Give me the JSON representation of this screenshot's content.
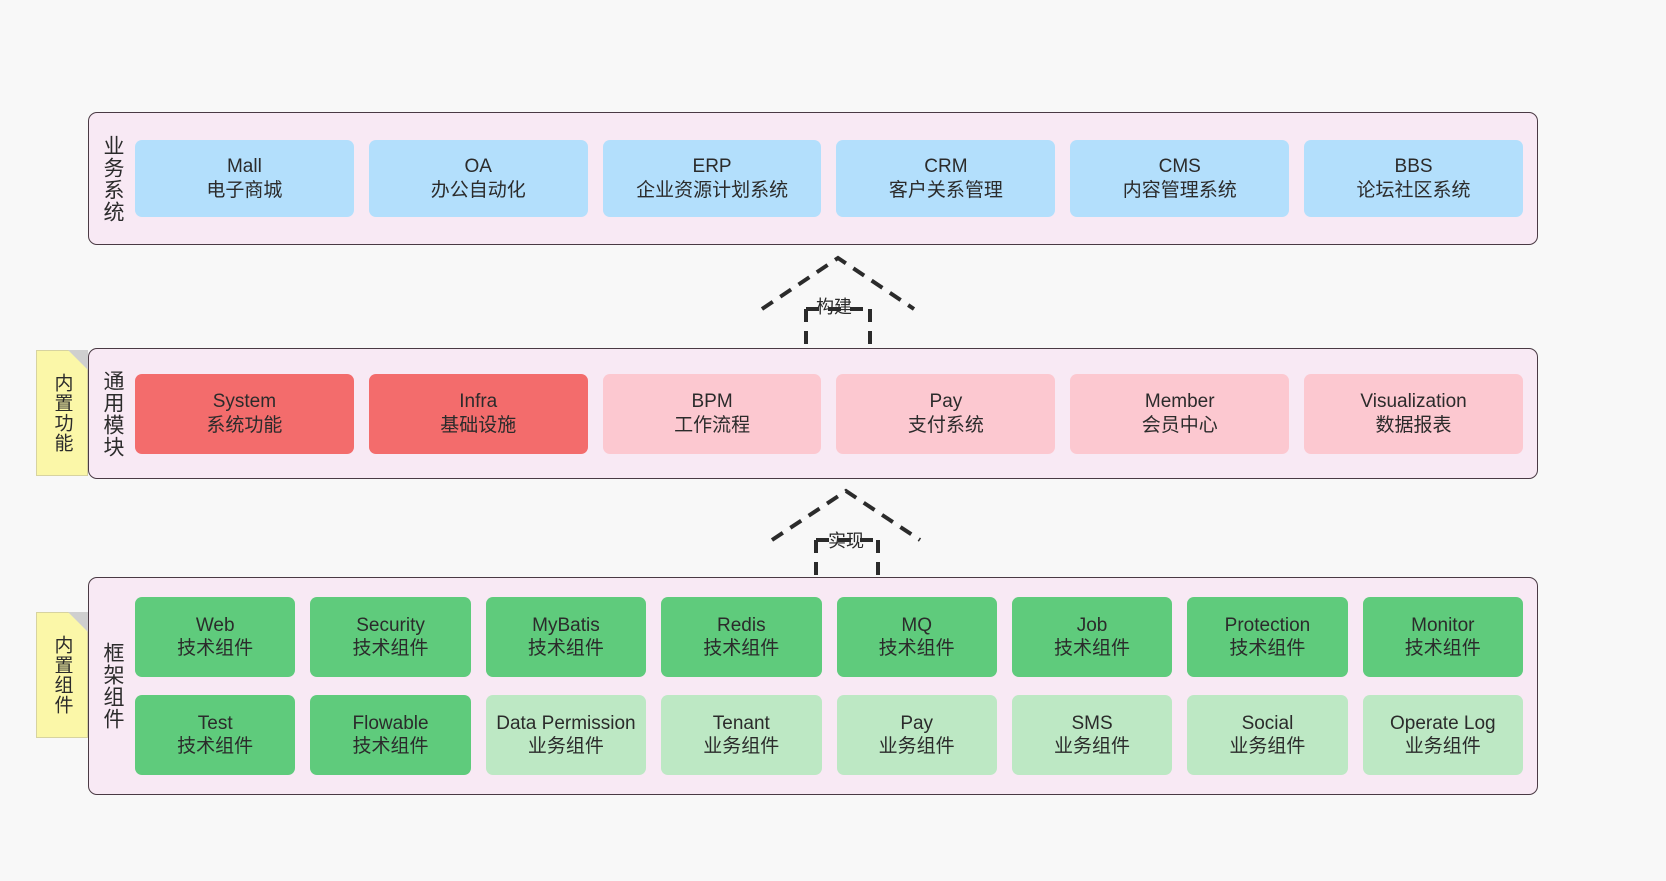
{
  "layers": [
    {
      "id": "business",
      "title": "业务系统",
      "rows": [
        [
          {
            "en": "Mall",
            "cn": "电子商城",
            "color": "blue"
          },
          {
            "en": "OA",
            "cn": "办公自动化",
            "color": "blue"
          },
          {
            "en": "ERP",
            "cn": "企业资源计划系统",
            "color": "blue"
          },
          {
            "en": "CRM",
            "cn": "客户关系管理",
            "color": "blue"
          },
          {
            "en": "CMS",
            "cn": "内容管理系统",
            "color": "blue"
          },
          {
            "en": "BBS",
            "cn": "论坛社区系统",
            "color": "blue"
          }
        ]
      ]
    },
    {
      "id": "common",
      "title": "通用模块",
      "rows": [
        [
          {
            "en": "System",
            "cn": "系统功能",
            "color": "red"
          },
          {
            "en": "Infra",
            "cn": "基础设施",
            "color": "red"
          },
          {
            "en": "BPM",
            "cn": "工作流程",
            "color": "pink"
          },
          {
            "en": "Pay",
            "cn": "支付系统",
            "color": "pink"
          },
          {
            "en": "Member",
            "cn": "会员中心",
            "color": "pink"
          },
          {
            "en": "Visualization",
            "cn": "数据报表",
            "color": "pink"
          }
        ]
      ]
    },
    {
      "id": "framework",
      "title": "框架组件",
      "rows": [
        [
          {
            "en": "Web",
            "cn": "技术组件",
            "color": "green"
          },
          {
            "en": "Security",
            "cn": "技术组件",
            "color": "green"
          },
          {
            "en": "MyBatis",
            "cn": "技术组件",
            "color": "green"
          },
          {
            "en": "Redis",
            "cn": "技术组件",
            "color": "green"
          },
          {
            "en": "MQ",
            "cn": "技术组件",
            "color": "green"
          },
          {
            "en": "Job",
            "cn": "技术组件",
            "color": "green"
          },
          {
            "en": "Protection",
            "cn": "技术组件",
            "color": "green"
          },
          {
            "en": "Monitor",
            "cn": "技术组件",
            "color": "green"
          }
        ],
        [
          {
            "en": "Test",
            "cn": "技术组件",
            "color": "green"
          },
          {
            "en": "Flowable",
            "cn": "技术组件",
            "color": "green"
          },
          {
            "en": "Data Permission",
            "cn": "业务组件",
            "color": "lightgreen"
          },
          {
            "en": "Tenant",
            "cn": "业务组件",
            "color": "lightgreen"
          },
          {
            "en": "Pay",
            "cn": "业务组件",
            "color": "lightgreen"
          },
          {
            "en": "SMS",
            "cn": "业务组件",
            "color": "lightgreen"
          },
          {
            "en": "Social",
            "cn": "业务组件",
            "color": "lightgreen"
          },
          {
            "en": "Operate Log",
            "cn": "业务组件",
            "color": "lightgreen"
          }
        ]
      ]
    }
  ],
  "sticky_notes": [
    {
      "id": "functions",
      "label": "内置功能"
    },
    {
      "id": "components",
      "label": "内置组件"
    }
  ],
  "arrows": [
    {
      "id": "build",
      "label": "构建",
      "from": "通用模块",
      "to": "业务系统"
    },
    {
      "id": "impl",
      "label": "实现",
      "from": "框架组件",
      "to": "通用模块"
    }
  ],
  "colors": {
    "background": "#f8f8f8",
    "layer_background": "#f8e9f4",
    "layer_border": "#4a3a44",
    "blue": "#b3dffc",
    "red": "#f36c6c",
    "pink": "#fcc8d0",
    "green": "#5fcb7c",
    "lightgreen": "#bde8c4",
    "sticky": "#fbf7a8",
    "arrow": "#2b2b2b"
  }
}
